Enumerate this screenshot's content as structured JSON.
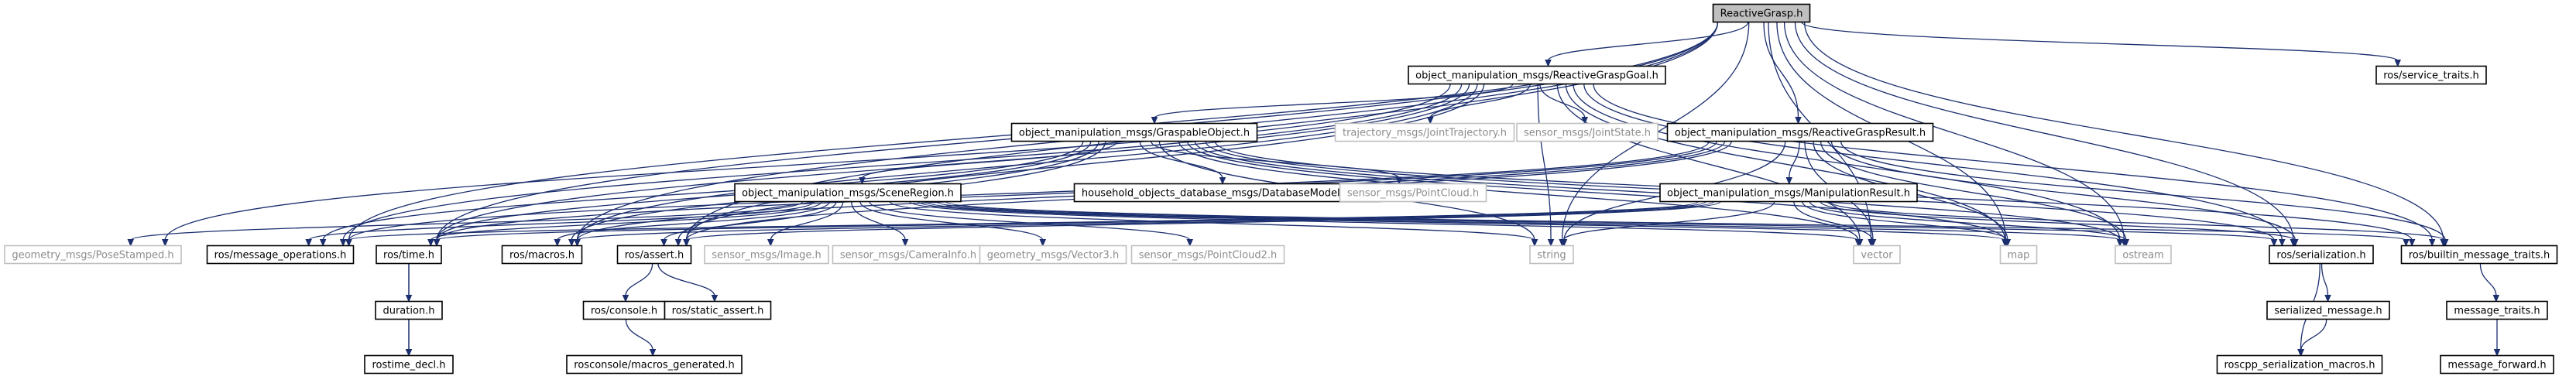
{
  "graph": {
    "nodes": [
      {
        "id": "rg",
        "label": "ReactiveGrasp.h",
        "style": "root"
      },
      {
        "id": "rgg",
        "label": "object_manipulation_msgs/ReactiveGraspGoal.h",
        "style": "doc"
      },
      {
        "id": "st",
        "label": "ros/service_traits.h",
        "style": "doc"
      },
      {
        "id": "go",
        "label": "object_manipulation_msgs/GraspableObject.h",
        "style": "doc"
      },
      {
        "id": "jt",
        "label": "trajectory_msgs/JointTrajectory.h",
        "style": "ext"
      },
      {
        "id": "js",
        "label": "sensor_msgs/JointState.h",
        "style": "ext"
      },
      {
        "id": "rgr",
        "label": "object_manipulation_msgs/ReactiveGraspResult.h",
        "style": "doc"
      },
      {
        "id": "sr",
        "label": "object_manipulation_msgs/SceneRegion.h",
        "style": "doc"
      },
      {
        "id": "hod",
        "label": "household_objects_database_msgs/DatabaseModelPose.h",
        "style": "doc"
      },
      {
        "id": "pc",
        "label": "sensor_msgs/PointCloud.h",
        "style": "ext"
      },
      {
        "id": "mr",
        "label": "object_manipulation_msgs/ManipulationResult.h",
        "style": "doc"
      },
      {
        "id": "ps",
        "label": "geometry_msgs/PoseStamped.h",
        "style": "ext"
      },
      {
        "id": "mo",
        "label": "ros/message_operations.h",
        "style": "doc"
      },
      {
        "id": "time",
        "label": "ros/time.h",
        "style": "doc"
      },
      {
        "id": "mac",
        "label": "ros/macros.h",
        "style": "doc"
      },
      {
        "id": "as",
        "label": "ros/assert.h",
        "style": "doc"
      },
      {
        "id": "img",
        "label": "sensor_msgs/Image.h",
        "style": "ext"
      },
      {
        "id": "ci",
        "label": "sensor_msgs/CameraInfo.h",
        "style": "ext"
      },
      {
        "id": "v3",
        "label": "geometry_msgs/Vector3.h",
        "style": "ext"
      },
      {
        "id": "pc2",
        "label": "sensor_msgs/PointCloud2.h",
        "style": "ext"
      },
      {
        "id": "str",
        "label": "string",
        "style": "ext"
      },
      {
        "id": "vec",
        "label": "vector",
        "style": "ext"
      },
      {
        "id": "map",
        "label": "map",
        "style": "ext"
      },
      {
        "id": "ost",
        "label": "ostream",
        "style": "ext"
      },
      {
        "id": "ser",
        "label": "ros/serialization.h",
        "style": "doc"
      },
      {
        "id": "bmt",
        "label": "ros/builtin_message_traits.h",
        "style": "doc"
      },
      {
        "id": "dur",
        "label": "duration.h",
        "style": "doc"
      },
      {
        "id": "con",
        "label": "ros/console.h",
        "style": "doc"
      },
      {
        "id": "sa",
        "label": "ros/static_assert.h",
        "style": "doc"
      },
      {
        "id": "sm",
        "label": "serialized_message.h",
        "style": "doc"
      },
      {
        "id": "mt",
        "label": "message_traits.h",
        "style": "doc"
      },
      {
        "id": "rtd",
        "label": "rostime_decl.h",
        "style": "doc"
      },
      {
        "id": "mg",
        "label": "rosconsole/macros_generated.h",
        "style": "doc"
      },
      {
        "id": "rsm",
        "label": "roscpp_serialization_macros.h",
        "style": "doc"
      },
      {
        "id": "mf",
        "label": "message_forward.h",
        "style": "doc"
      }
    ],
    "edges": [
      [
        "rg",
        "rgg"
      ],
      [
        "rg",
        "st"
      ],
      [
        "rg",
        "rgr"
      ],
      [
        "rg",
        "ser"
      ],
      [
        "rg",
        "bmt"
      ],
      [
        "rg",
        "mo"
      ],
      [
        "rg",
        "time"
      ],
      [
        "rg",
        "mac"
      ],
      [
        "rg",
        "as"
      ],
      [
        "rg",
        "str"
      ],
      [
        "rg",
        "vec"
      ],
      [
        "rg",
        "map"
      ],
      [
        "rg",
        "ost"
      ],
      [
        "rgg",
        "go"
      ],
      [
        "rgg",
        "jt"
      ],
      [
        "rgg",
        "js"
      ],
      [
        "rgg",
        "ps"
      ],
      [
        "rgg",
        "mo"
      ],
      [
        "rgg",
        "time"
      ],
      [
        "rgg",
        "mac"
      ],
      [
        "rgg",
        "as"
      ],
      [
        "rgg",
        "str"
      ],
      [
        "rgg",
        "vec"
      ],
      [
        "rgg",
        "map"
      ],
      [
        "rgg",
        "ost"
      ],
      [
        "rgg",
        "ser"
      ],
      [
        "rgg",
        "bmt"
      ],
      [
        "go",
        "sr"
      ],
      [
        "go",
        "hod"
      ],
      [
        "go",
        "pc"
      ],
      [
        "go",
        "mo"
      ],
      [
        "go",
        "time"
      ],
      [
        "go",
        "mac"
      ],
      [
        "go",
        "as"
      ],
      [
        "go",
        "str"
      ],
      [
        "go",
        "vec"
      ],
      [
        "go",
        "map"
      ],
      [
        "go",
        "ost"
      ],
      [
        "go",
        "ser"
      ],
      [
        "go",
        "bmt"
      ],
      [
        "rgr",
        "mr"
      ],
      [
        "rgr",
        "mo"
      ],
      [
        "rgr",
        "time"
      ],
      [
        "rgr",
        "mac"
      ],
      [
        "rgr",
        "as"
      ],
      [
        "rgr",
        "str"
      ],
      [
        "rgr",
        "vec"
      ],
      [
        "rgr",
        "map"
      ],
      [
        "rgr",
        "ost"
      ],
      [
        "rgr",
        "ser"
      ],
      [
        "rgr",
        "bmt"
      ],
      [
        "sr",
        "ps"
      ],
      [
        "sr",
        "img"
      ],
      [
        "sr",
        "ci"
      ],
      [
        "sr",
        "v3"
      ],
      [
        "sr",
        "pc2"
      ],
      [
        "sr",
        "mo"
      ],
      [
        "sr",
        "time"
      ],
      [
        "sr",
        "mac"
      ],
      [
        "sr",
        "as"
      ],
      [
        "sr",
        "str"
      ],
      [
        "sr",
        "vec"
      ],
      [
        "sr",
        "map"
      ],
      [
        "sr",
        "ost"
      ],
      [
        "sr",
        "ser"
      ],
      [
        "sr",
        "bmt"
      ],
      [
        "mr",
        "mo"
      ],
      [
        "mr",
        "time"
      ],
      [
        "mr",
        "mac"
      ],
      [
        "mr",
        "as"
      ],
      [
        "mr",
        "str"
      ],
      [
        "mr",
        "vec"
      ],
      [
        "mr",
        "map"
      ],
      [
        "mr",
        "ost"
      ],
      [
        "mr",
        "ser"
      ],
      [
        "mr",
        "bmt"
      ],
      [
        "time",
        "dur"
      ],
      [
        "time",
        "rtd"
      ],
      [
        "dur",
        "rtd"
      ],
      [
        "as",
        "con"
      ],
      [
        "as",
        "sa"
      ],
      [
        "con",
        "mg"
      ],
      [
        "ser",
        "sm"
      ],
      [
        "ser",
        "rsm"
      ],
      [
        "sm",
        "rsm"
      ],
      [
        "bmt",
        "mt"
      ],
      [
        "mt",
        "mf"
      ]
    ]
  }
}
